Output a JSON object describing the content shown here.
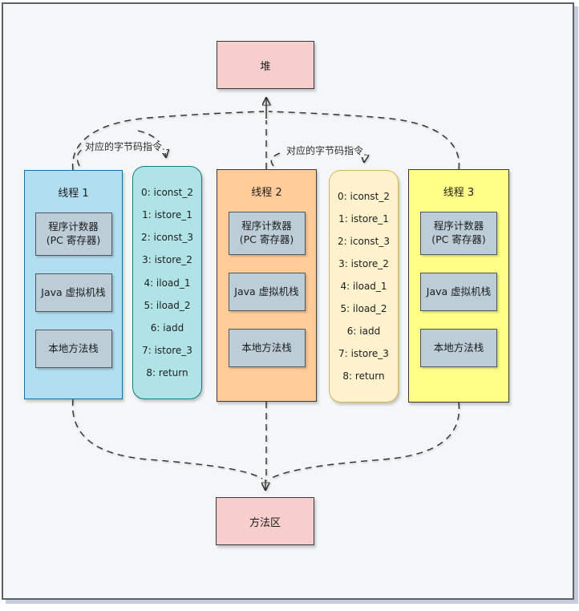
{
  "diagram": {
    "heap": {
      "label": "堆"
    },
    "method_area": {
      "label": "方法区"
    },
    "threads": [
      {
        "title": "线程 1",
        "components": [
          "程序计数器\n(PC 寄存器)",
          "Java 虚拟机栈",
          "本地方法栈"
        ]
      },
      {
        "title": "线程 2",
        "components": [
          "程序计数器\n(PC 寄存器)",
          "Java 虚拟机栈",
          "本地方法栈"
        ]
      },
      {
        "title": "线程 3",
        "components": [
          "程序计数器\n(PC 寄存器)",
          "Java 虚拟机栈",
          "本地方法栈"
        ]
      }
    ],
    "bytecode": {
      "instructions": [
        "0: iconst_2",
        "1: istore_1",
        "2: iconst_3",
        "3: istore_2",
        "4: iload_1",
        "5: iload_2",
        "6: iadd",
        "7: istore_3",
        "8: return"
      ]
    },
    "connector_labels": {
      "left": "对应的字节码指令.",
      "right": "对应的字节码指令"
    },
    "colors": {
      "heap_fill": "#f8cecc",
      "thread1_fill": "#b1ddf0",
      "thread1_border": "#10739e",
      "thread2_fill": "#ffcc99",
      "thread3_fill": "#ffff88",
      "bytecode1_fill": "#b0e3e6",
      "bytecode1_border": "#0e8088",
      "bytecode2_fill": "#fff2cc",
      "bytecode2_border": "#d6b656",
      "component_fill": "#bccdd8",
      "dark_border": "#36393d",
      "canvas_bg": "#f5f6f7"
    }
  }
}
